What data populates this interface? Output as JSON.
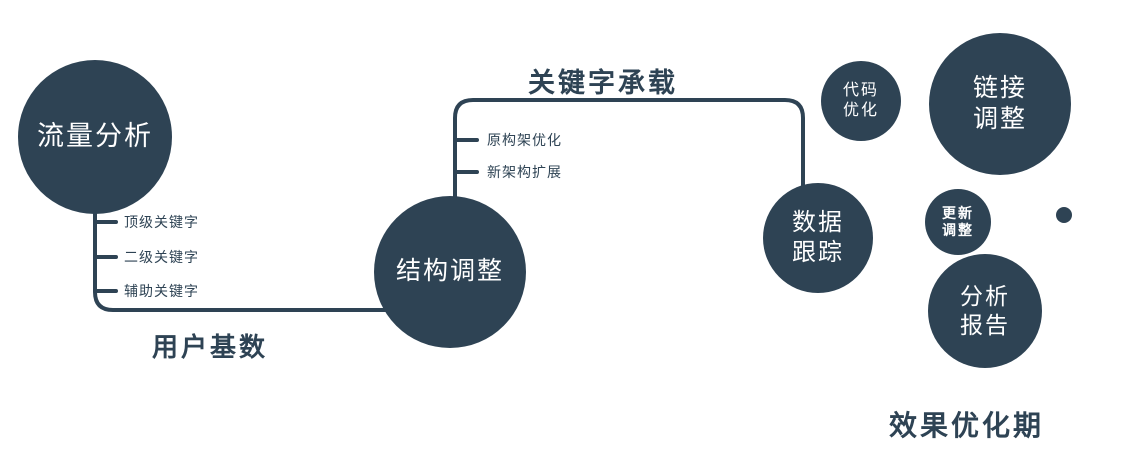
{
  "colors": {
    "primary": "#2e4354",
    "text_on_dark": "#ffffff",
    "background": "#ffffff"
  },
  "nodes": {
    "traffic": {
      "label": "流量分析"
    },
    "structure": {
      "label": "结构调整"
    },
    "tracking": {
      "label": "数据\n跟踪"
    },
    "code": {
      "label": "代码\n优化"
    },
    "link": {
      "label": "链接\n调整"
    },
    "update": {
      "label": "更新\n调整"
    },
    "report": {
      "label": "分析\n报告"
    }
  },
  "edges": {
    "user_base": {
      "label": "用户基数"
    },
    "keyword_carry": {
      "label": "关键字承载"
    }
  },
  "branches": {
    "traffic_keywords": [
      "顶级关键字",
      "二级关键字",
      "辅助关键字"
    ],
    "structure_items": [
      "原构架优化",
      "新架构扩展"
    ]
  },
  "caption": "效果优化期"
}
